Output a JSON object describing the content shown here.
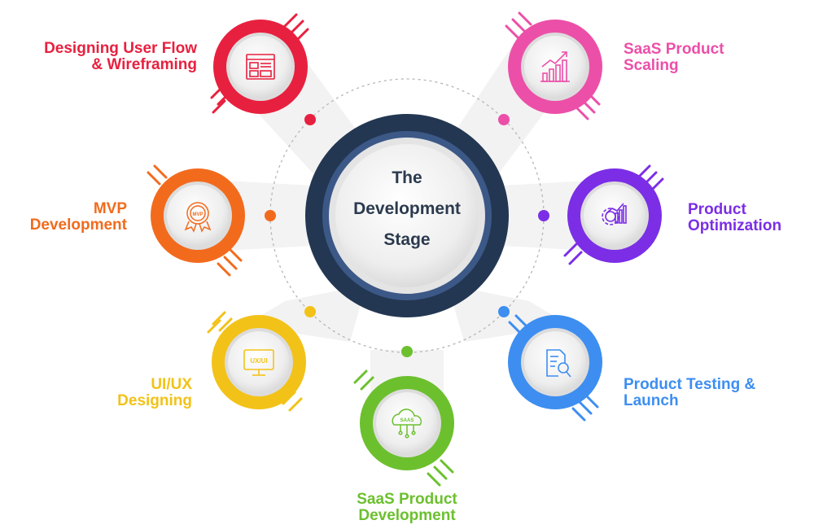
{
  "center": {
    "line1": "The",
    "line2": "Development",
    "line3": "Stage"
  },
  "stages": [
    {
      "id": "wireframing",
      "line1": "Designing User Flow",
      "line2": "& Wireframing",
      "color": "#e8203f",
      "icon": "wireframe-layout-icon"
    },
    {
      "id": "scaling",
      "line1": "SaaS Product",
      "line2": "Scaling",
      "color": "#ec4fa8",
      "icon": "growth-chart-icon"
    },
    {
      "id": "mvp",
      "line1": "MVP",
      "line2": "Development",
      "color": "#f26b1d",
      "icon": "mvp-badge-icon",
      "badge": "MVP"
    },
    {
      "id": "optimization",
      "line1": "Product",
      "line2": "Optimization",
      "color": "#7b2ee6",
      "icon": "gear-chart-icon"
    },
    {
      "id": "uiux",
      "line1": "UI/UX",
      "line2": "Designing",
      "color": "#f2c218",
      "icon": "monitor-icon",
      "badge": "UX/UI"
    },
    {
      "id": "testing",
      "line1": "Product Testing &",
      "line2": "Launch",
      "color": "#3d8ef0",
      "icon": "document-search-icon"
    },
    {
      "id": "development",
      "line1": "SaaS Product",
      "line2": "Development",
      "color": "#6cc02e",
      "icon": "saas-cloud-icon",
      "badge": "SAAS"
    }
  ],
  "colors": {
    "center_outer": "#233752",
    "center_ring": "#3b5887",
    "center_text": "#2b3a4e"
  }
}
